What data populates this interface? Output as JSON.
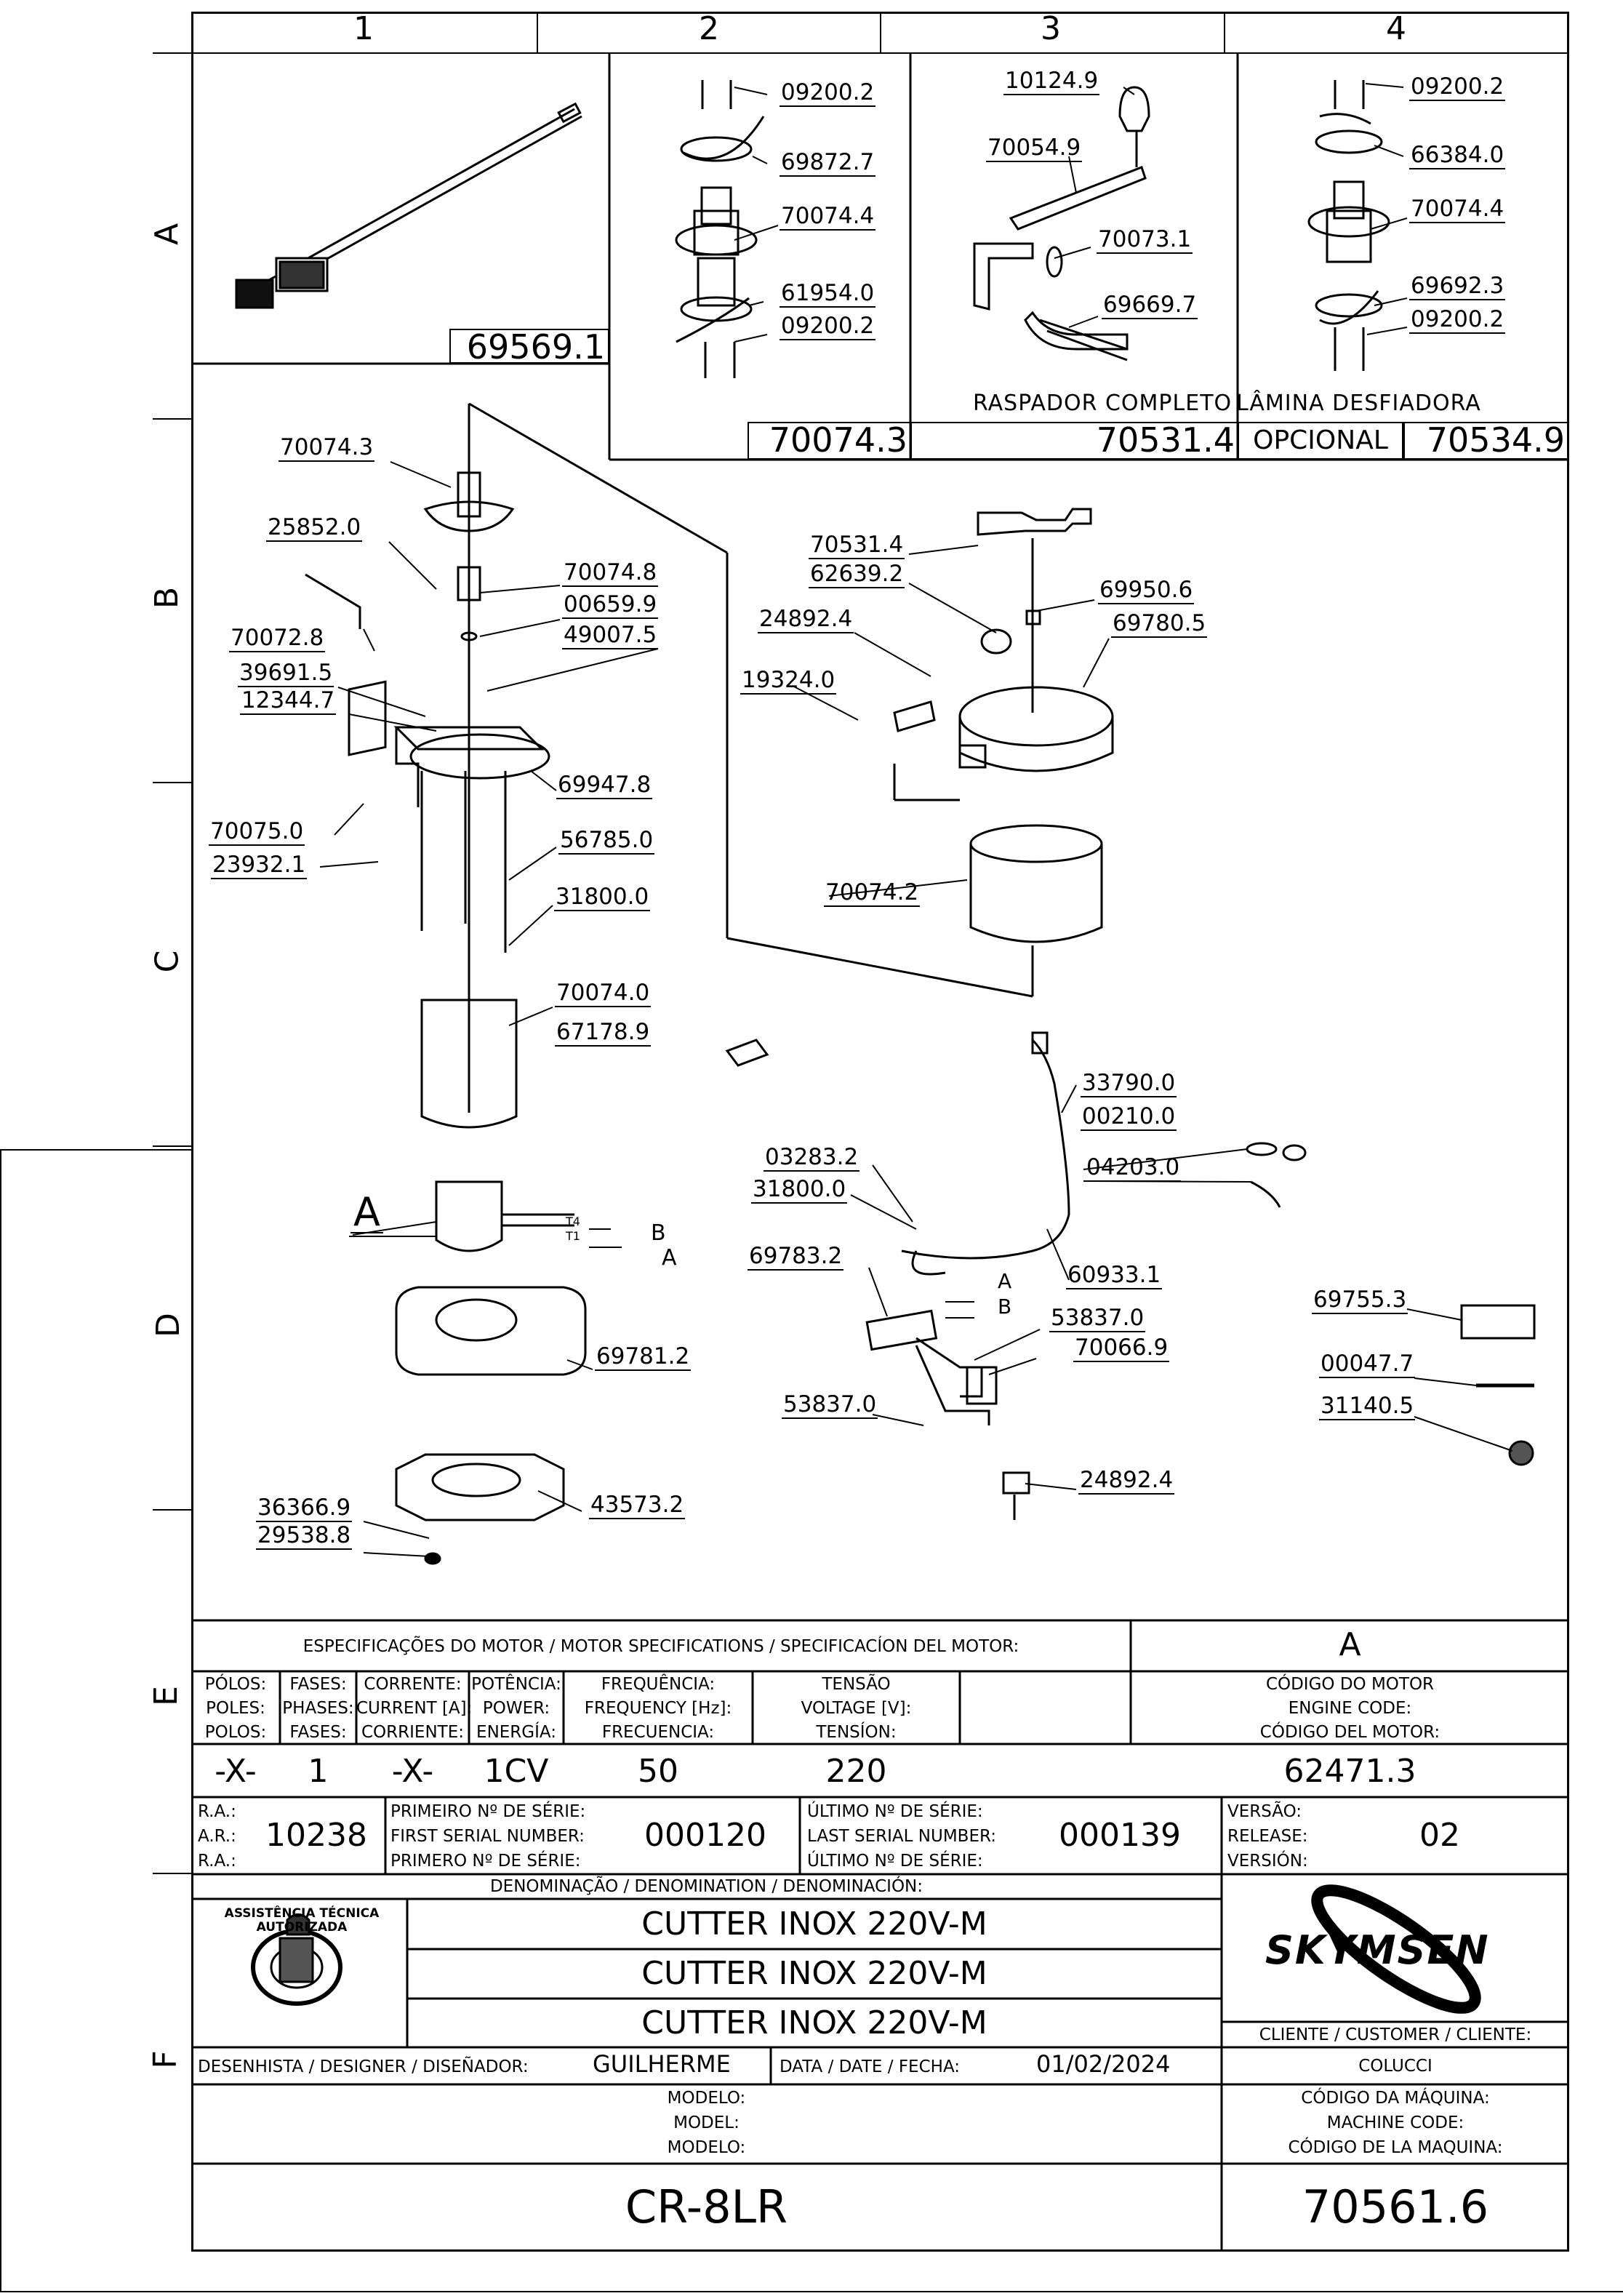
{
  "zones": {
    "cols": [
      "1",
      "2",
      "3",
      "4"
    ],
    "rows": [
      "A",
      "B",
      "C",
      "D",
      "E",
      "F"
    ]
  },
  "labels": {
    "a1": "69569.1",
    "a2_09200_top": "09200.2",
    "a2_69872": "69872.7",
    "a2_70074_4": "70074.4",
    "a2_61954": "61954.0",
    "a2_09200_bot": "09200.2",
    "a2_box": "70074.3",
    "a3_10124": "10124.9",
    "a3_70054": "70054.9",
    "a3_70073": "70073.1",
    "a3_69669": "69669.7",
    "a3_caption": "RASPADOR COMPLETO",
    "a3_box": "70531.4",
    "a4_09200_top": "09200.2",
    "a4_66384": "66384.0",
    "a4_70074_4": "70074.4",
    "a4_69692": "69692.3",
    "a4_09200_bot": "09200.2",
    "a4_caption": "LÂMINA   DESFIADORA",
    "a4_opcional": "OPCIONAL",
    "a4_box": "70534.9",
    "p70074_3": "70074.3",
    "p25852": "25852.0",
    "p70074_8": "70074.8",
    "p00659": "00659.9",
    "p49007": "49007.5",
    "p70072": "70072.8",
    "p39691": "39691.5",
    "p12344": "12344.7",
    "p69947": "69947.8",
    "p70075": "70075.0",
    "p56785": "56785.0",
    "p23932": "23932.1",
    "p31800_c": "31800.0",
    "p70074_0": "70074.0",
    "p67178": "67178.9",
    "pA_big": "A",
    "pT4": "T4",
    "pT1": "T1",
    "pB_small": "B",
    "pA_small": "A",
    "p69781": "69781.2",
    "p43573": "43573.2",
    "p36366": "36366.9",
    "p29538": "29538.8",
    "p70531_4": "70531.4",
    "p62639": "62639.2",
    "p69950": "69950.6",
    "p24892_top": "24892.4",
    "p69780": "69780.5",
    "p19324": "19324.0",
    "p70074_2": "70074.2",
    "p33790": "33790.0",
    "p00210": "00210.0",
    "p03283": "03283.2",
    "p04203": "04203.0",
    "p31800_d": "31800.0",
    "p69783": "69783.2",
    "p60933": "60933.1",
    "pA_wire": "A",
    "pB_wire": "B",
    "p53837_r": "53837.0",
    "p70066": "70066.9",
    "p53837_l": "53837.0",
    "p24892_bot": "24892.4",
    "p69755": "69755.3",
    "p00047": "00047.7",
    "p31140": "31140.5"
  },
  "motor": {
    "title": "ESPECIFICAÇÕES DO MOTOR / MOTOR SPECIFICATIONS / SPECIFICACÍON DEL MOTOR:",
    "motor_letter": "A",
    "headers": [
      [
        "PÓLOS:",
        "POLES:",
        "POLOS:"
      ],
      [
        "FASES:",
        "PHASES:",
        "FASES:"
      ],
      [
        "CORRENTE:",
        "CURRENT [A]:",
        "CORRIENTE:"
      ],
      [
        "POTÊNCIA:",
        "POWER:",
        "ENERGÍA:"
      ],
      [
        "FREQUÊNCIA:",
        "FREQUENCY [Hz]:",
        "FRECUENCIA:"
      ],
      [
        "TENSÃO",
        "VOLTAGE [V]:",
        "TENSÍON:"
      ],
      [
        "CÓDIGO DO MOTOR",
        "ENGINE CODE:",
        "CÓDIGO DEL MOTOR:"
      ]
    ],
    "values": [
      "-X-",
      "1",
      "-X-",
      "1CV",
      "50",
      "220",
      "62471.3"
    ]
  },
  "serial": {
    "ra_labels": [
      "R.A.:",
      "A.R.:",
      "R.A.:"
    ],
    "ra_value": "10238",
    "first_labels": [
      "PRIMEIRO Nº DE SÉRIE:",
      "FIRST SERIAL NUMBER:",
      "PRIMERO Nº DE SÉRIE:"
    ],
    "first_value": "000120",
    "last_labels": [
      "ÚLTIMO Nº DE SÉRIE:",
      "LAST SERIAL NUMBER:",
      "ÚLTIMO Nº DE SÉRIE:"
    ],
    "last_value": "000139",
    "version_labels": [
      "VERSÃO:",
      "RELEASE:",
      "VERSIÓN:"
    ],
    "version_value": "02"
  },
  "denomination": {
    "title": "DENOMINAÇÃO / DENOMINATION / DENOMINACIÓN:",
    "lines": [
      "CUTTER INOX 220V-M",
      "CUTTER INOX 220V-M",
      "CUTTER INOX 220V-M"
    ],
    "stamp_text": "ASSISTÊNCIA TÉCNICA AUTORIZADA",
    "brand": "SKYMSEN"
  },
  "footer": {
    "client_label": "CLIENTE / CUSTOMER / CLIENTE:",
    "client_value": "COLUCCI",
    "designer_label": "DESENHISTA / DESIGNER / DISEÑADOR:",
    "designer_value": "GUILHERME",
    "date_label": "DATA / DATE / FECHA:",
    "date_value": "01/02/2024",
    "model_labels": [
      "MODELO:",
      "MODEL:",
      "MODELO:"
    ],
    "model_value": "CR-8LR",
    "machine_labels": [
      "CÓDIGO DA MÁQUINA:",
      "MACHINE CODE:",
      "CÓDIGO DE LA MAQUINA:"
    ],
    "machine_value": "70561.6"
  }
}
